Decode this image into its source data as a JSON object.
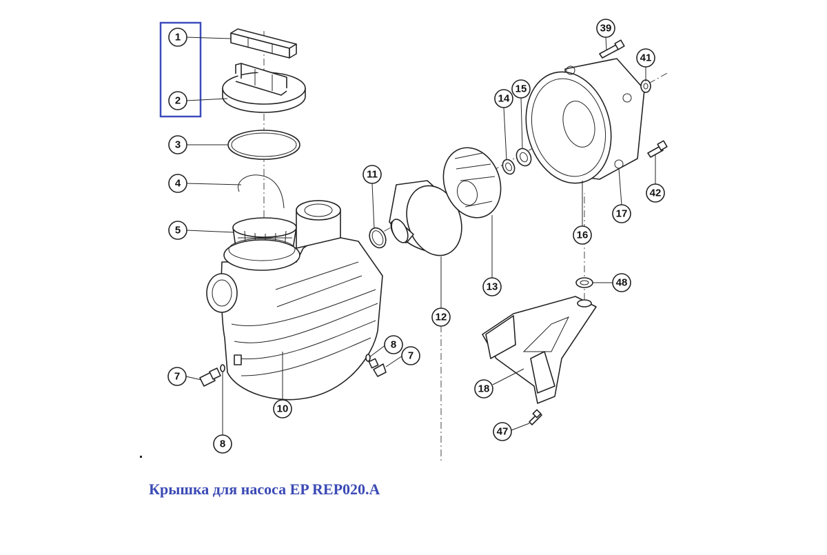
{
  "caption": "Крышка для насоса EP REP020.A",
  "accent_color": "#3b4ab5",
  "highlighted_parts": [
    "1",
    "2"
  ],
  "callouts": [
    {
      "id": "c1",
      "label": "1"
    },
    {
      "id": "c2",
      "label": "2"
    },
    {
      "id": "c3",
      "label": "3"
    },
    {
      "id": "c4",
      "label": "4"
    },
    {
      "id": "c5",
      "label": "5"
    },
    {
      "id": "c7a",
      "label": "7"
    },
    {
      "id": "c7b",
      "label": "7"
    },
    {
      "id": "c8a",
      "label": "8"
    },
    {
      "id": "c8b",
      "label": "8"
    },
    {
      "id": "c10",
      "label": "10"
    },
    {
      "id": "c11",
      "label": "11"
    },
    {
      "id": "c12",
      "label": "12"
    },
    {
      "id": "c13",
      "label": "13"
    },
    {
      "id": "c14",
      "label": "14"
    },
    {
      "id": "c15",
      "label": "15"
    },
    {
      "id": "c16",
      "label": "16"
    },
    {
      "id": "c17",
      "label": "17"
    },
    {
      "id": "c18",
      "label": "18"
    },
    {
      "id": "c39",
      "label": "39"
    },
    {
      "id": "c41",
      "label": "41"
    },
    {
      "id": "c42",
      "label": "42"
    },
    {
      "id": "c47",
      "label": "47"
    },
    {
      "id": "c48",
      "label": "48"
    }
  ]
}
